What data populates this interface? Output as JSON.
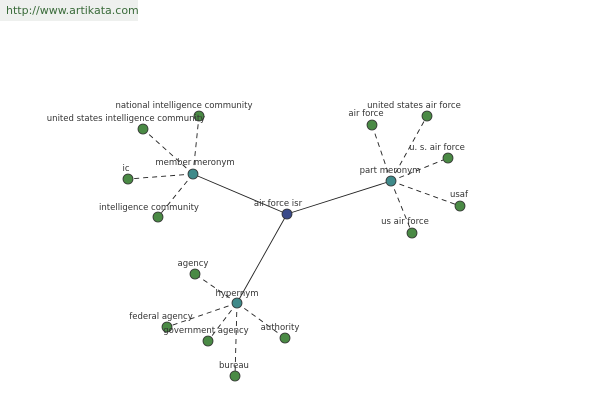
{
  "site_link": "http://www.artikata.com",
  "colors": {
    "center": "#3a4a8a",
    "relation": "#3f8a8a",
    "term": "#4a8a45",
    "edge": "#222222"
  },
  "graph": {
    "center": {
      "id": "center",
      "label": "air force isr"
    },
    "relations": [
      {
        "id": "member-meronym",
        "label": "member meronym"
      },
      {
        "id": "part-meronym",
        "label": "part meronym"
      },
      {
        "id": "hypernym",
        "label": "hypernym"
      }
    ],
    "terms": [
      {
        "id": "national-intelligence-community",
        "label": "national intelligence community",
        "relation": "member-meronym"
      },
      {
        "id": "united-states-intelligence-community",
        "label": "united states intelligence community",
        "relation": "member-meronym"
      },
      {
        "id": "ic",
        "label": "ic",
        "relation": "member-meronym"
      },
      {
        "id": "intelligence-community",
        "label": "intelligence community",
        "relation": "member-meronym"
      },
      {
        "id": "united-states-air-force",
        "label": "united states air force",
        "relation": "part-meronym"
      },
      {
        "id": "air-force",
        "label": "air force",
        "relation": "part-meronym"
      },
      {
        "id": "u-s-air-force",
        "label": "u. s. air force",
        "relation": "part-meronym"
      },
      {
        "id": "usaf",
        "label": "usaf",
        "relation": "part-meronym"
      },
      {
        "id": "us-air-force",
        "label": "us air force",
        "relation": "part-meronym"
      },
      {
        "id": "agency",
        "label": "agency",
        "relation": "hypernym"
      },
      {
        "id": "federal-agency",
        "label": "federal agency",
        "relation": "hypernym"
      },
      {
        "id": "government-agency",
        "label": "government agency",
        "relation": "hypernym"
      },
      {
        "id": "authority",
        "label": "authority",
        "relation": "hypernym"
      },
      {
        "id": "bureau",
        "label": "bureau",
        "relation": "hypernym"
      }
    ]
  }
}
